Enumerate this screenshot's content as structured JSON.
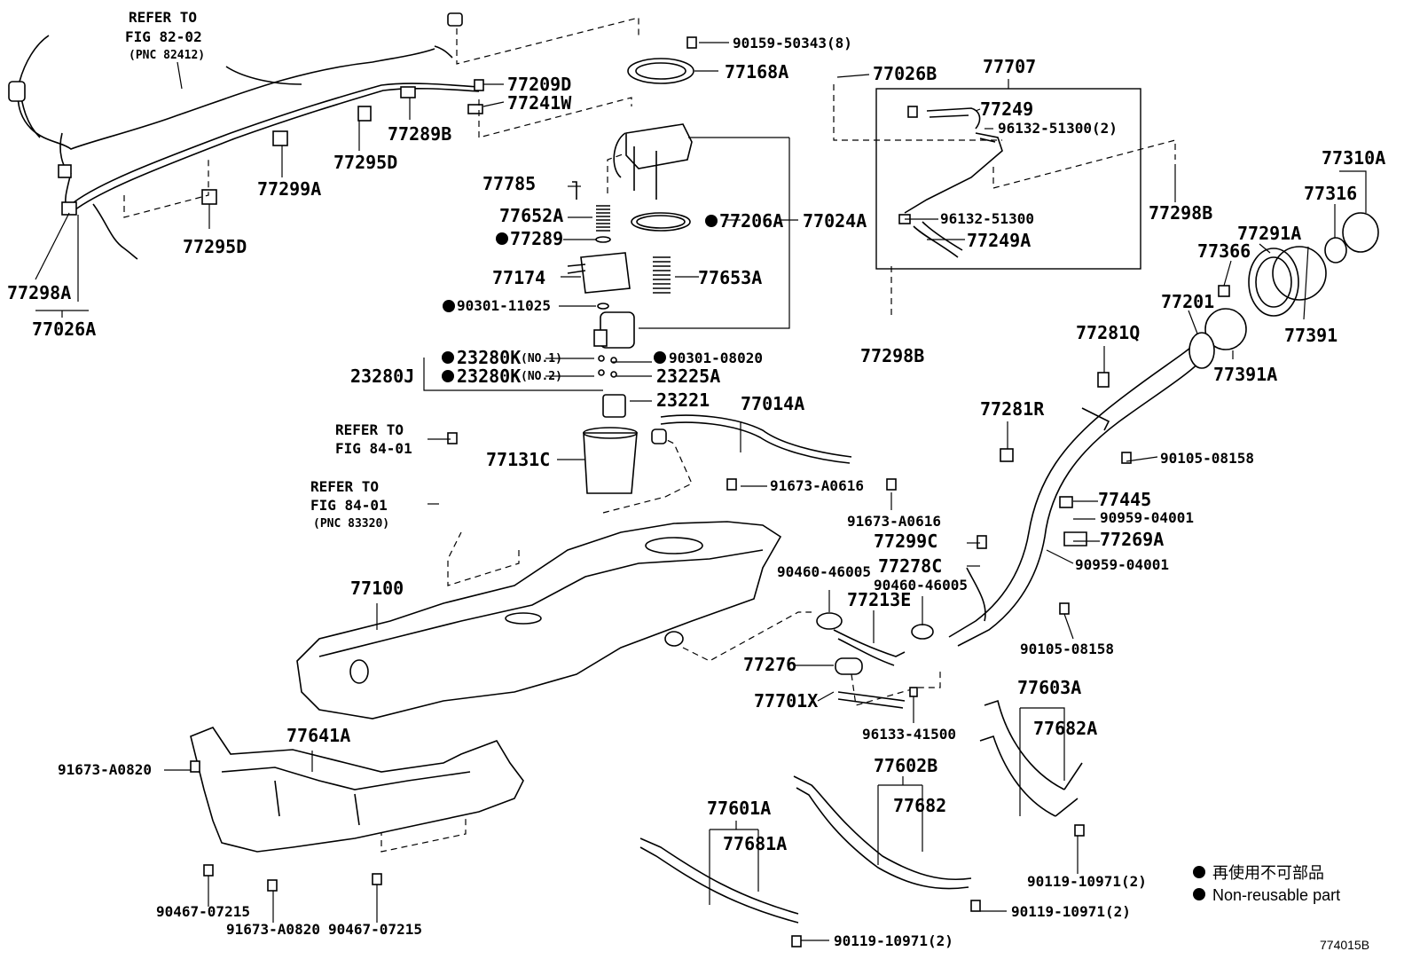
{
  "refs": {
    "fig82": [
      "REFER TO",
      "FIG 82-02",
      "(PNC 82412)"
    ],
    "fig84a": [
      "REFER TO",
      "FIG 84-01"
    ],
    "fig84b": [
      "REFER TO",
      "FIG 84-01",
      "(PNC 83320)"
    ]
  },
  "parts": {
    "p77209D": "77209D",
    "p77241W": "77241W",
    "p77289B": "77289B",
    "p77295D_a": "77295D",
    "p77295D_b": "77295D",
    "p77299A": "77299A",
    "p77298A": "77298A",
    "p77026A": "77026A",
    "p90159": "90159-50343(8)",
    "p77168A": "77168A",
    "p77026B": "77026B",
    "p77707": "77707",
    "p77249": "77249",
    "p96132a": "96132-51300(2)",
    "p96132b": "96132-51300",
    "p77249A": "77249A",
    "p77298B_a": "77298B",
    "p77298B_b": "77298B",
    "p77310A": "77310A",
    "p77316": "77316",
    "p77291A": "77291A",
    "p77366": "77366",
    "p77201": "77201",
    "p77391": "77391",
    "p77391A": "77391A",
    "p77785": "77785",
    "p77652A": "77652A",
    "p77289": "77289",
    "p77206A": "77206A",
    "p77024A": "77024A",
    "p77174": "77174",
    "p77653A": "77653A",
    "p90301_11025": "90301-11025",
    "p23280K1": "23280K",
    "p23280K2": "23280K",
    "no1": "(NO.1)",
    "no2": "(NO.2)",
    "p23280J": "23280J",
    "p90301_08020": "90301-08020",
    "p23225A": "23225A",
    "p23221": "23221",
    "p77014A": "77014A",
    "p77131C": "77131C",
    "p91673_a": "91673-A0616",
    "p91673_b": "91673-A0616",
    "p77281Q": "77281Q",
    "p77281R": "77281R",
    "p90105_a": "90105-08158",
    "p90105_b": "90105-08158",
    "p77445": "77445",
    "p90959_a": "90959-04001",
    "p90959_b": "90959-04001",
    "p77299C": "77299C",
    "p77269A": "77269A",
    "p77278C": "77278C",
    "p90460_a": "90460-46005",
    "p90460_b": "90460-46005",
    "p77213E": "77213E",
    "p77100": "77100",
    "p77276": "77276",
    "p77701X": "77701X",
    "p96133": "96133-41500",
    "p77603A": "77603A",
    "p77682A": "77682A",
    "p77641A": "77641A",
    "p91673_c": "91673-A0820",
    "p91673_d": "91673-A0820",
    "p90467_a": "90467-07215",
    "p90467_b": "90467-07215",
    "p77602B": "77602B",
    "p77682": "77682",
    "p77601A": "77601A",
    "p77681A": "77681A",
    "p90119_a": "90119-10971(2)",
    "p90119_b": "90119-10971(2)",
    "p90119_c": "90119-10971(2)"
  },
  "legend": {
    "jp": "再使用不可部品",
    "en": "Non-reusable part"
  },
  "figure_code": "774015B"
}
